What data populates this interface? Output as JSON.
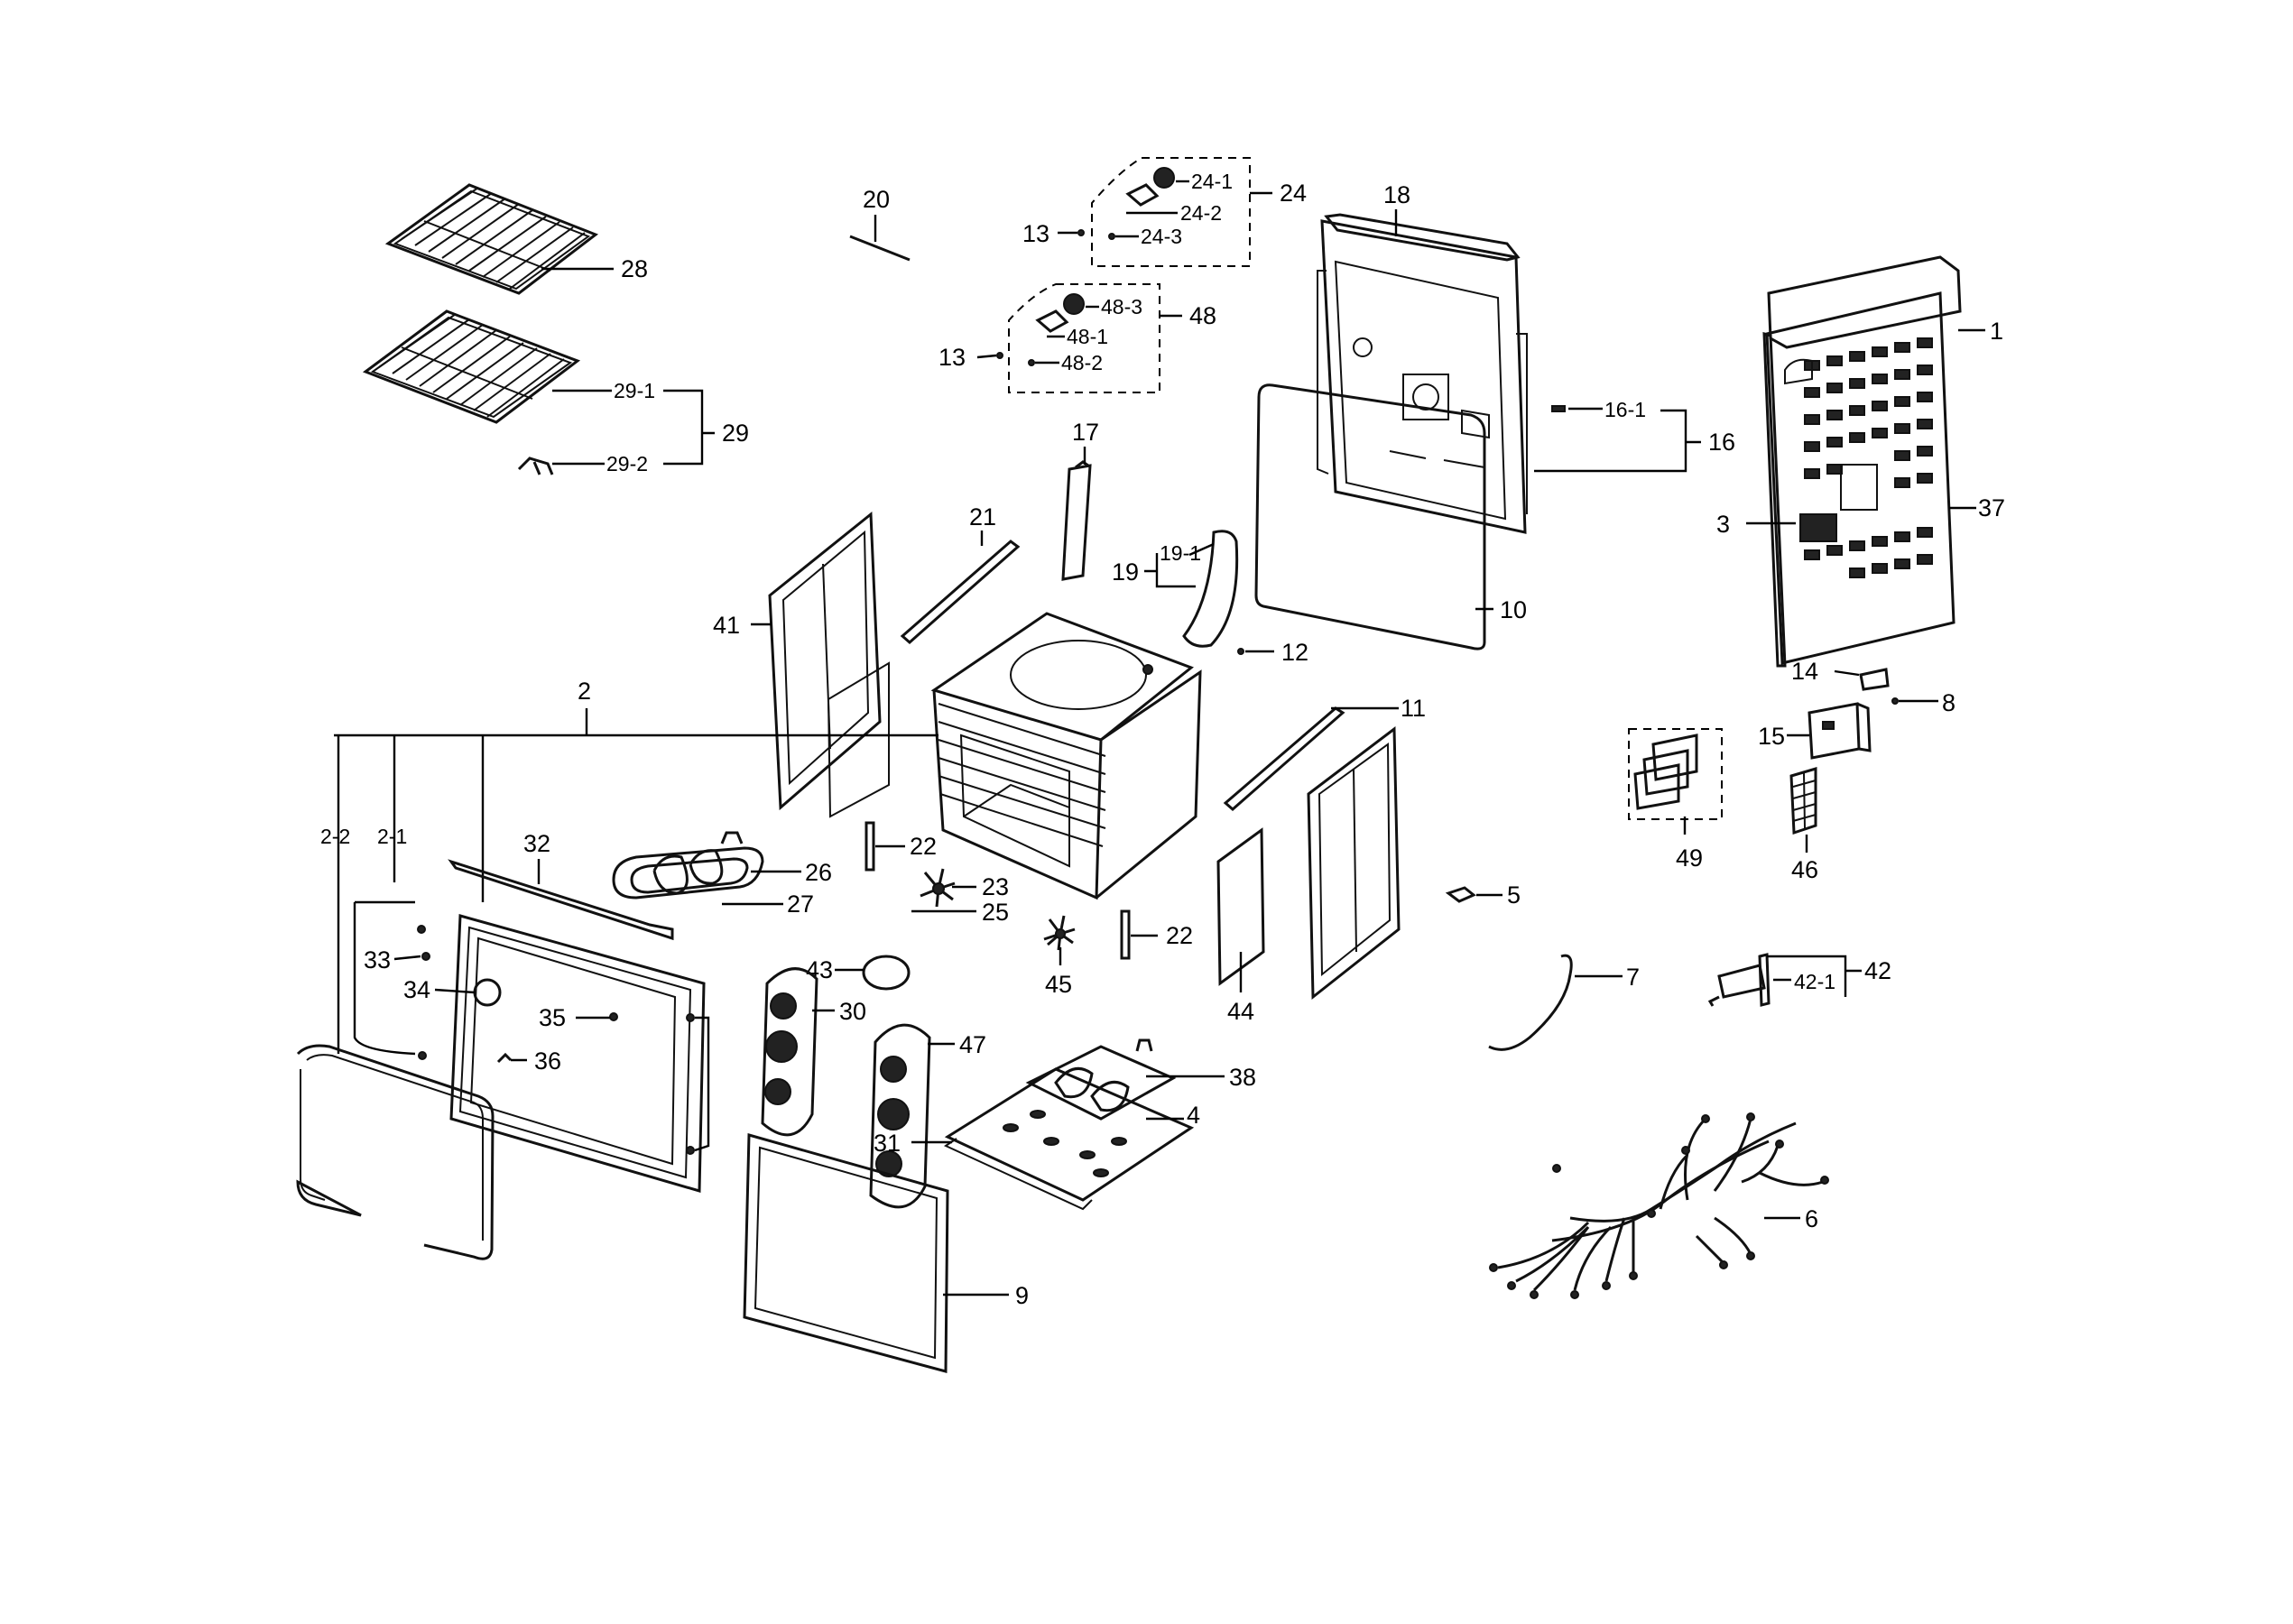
{
  "labels": {
    "l1": "1",
    "l2": "2",
    "l2_1": "2-1",
    "l2_2": "2-2",
    "l3": "3",
    "l4": "4",
    "l5": "5",
    "l6": "6",
    "l7": "7",
    "l8": "8",
    "l9": "9",
    "l10": "10",
    "l11": "11",
    "l12": "12",
    "l13a": "13",
    "l13b": "13",
    "l14": "14",
    "l15": "15",
    "l16": "16",
    "l16_1": "16-1",
    "l17": "17",
    "l18": "18",
    "l19": "19",
    "l19_1": "19-1",
    "l20": "20",
    "l21": "21",
    "l22a": "22",
    "l22b": "22",
    "l23": "23",
    "l24": "24",
    "l24_1": "24-1",
    "l24_2": "24-2",
    "l24_3": "24-3",
    "l25": "25",
    "l26": "26",
    "l27": "27",
    "l28": "28",
    "l29": "29",
    "l29_1": "29-1",
    "l29_2": "29-2",
    "l30": "30",
    "l31": "31",
    "l32": "32",
    "l33": "33",
    "l34": "34",
    "l35": "35",
    "l36": "36",
    "l37": "37",
    "l38": "38",
    "l41": "41",
    "l42": "42",
    "l42_1": "42-1",
    "l43": "43",
    "l44": "44",
    "l45": "45",
    "l46": "46",
    "l47": "47",
    "l48": "48",
    "l48_1": "48-1",
    "l48_2": "48-2",
    "l48_3": "48-3",
    "l49": "49"
  }
}
